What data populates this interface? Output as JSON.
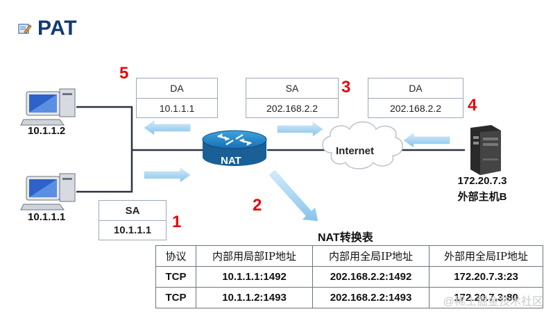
{
  "title": "PAT",
  "hosts": {
    "top_left_ip": "10.1.1.2",
    "bottom_left_ip": "10.1.1.1",
    "right_ip": "172.20.7.3",
    "right_name": "外部主机B"
  },
  "router_label": "NAT",
  "cloud_label": "Internet",
  "packets": {
    "p1": {
      "header": "SA",
      "value": "10.1.1.1",
      "step": "1"
    },
    "p3": {
      "header": "SA",
      "value": "202.168.2.2",
      "step": "3"
    },
    "p4": {
      "header": "DA",
      "value": "202.168.2.2",
      "step": "4"
    },
    "p5": {
      "header": "DA",
      "value": "10.1.1.1",
      "step": "5"
    }
  },
  "step2": "2",
  "table": {
    "caption": "NAT转换表",
    "headers": [
      "协议",
      "内部用局部IP地址",
      "内部用全局IP地址",
      "外部用全局IP地址"
    ],
    "rows": [
      [
        "TCP",
        "10.1.1.1:1492",
        "202.168.2.2:1492",
        "172.20.7.3:23"
      ],
      [
        "TCP",
        "10.1.1.2:1493",
        "202.168.2.2:1493",
        "172.20.7.3:80"
      ]
    ]
  },
  "watermark": "@稀土掘金技术社区",
  "colors": {
    "title": "#123a6e",
    "step_number": "#e20a0a",
    "arrow": "#9fd0ef",
    "router": "#1c7ec0"
  }
}
